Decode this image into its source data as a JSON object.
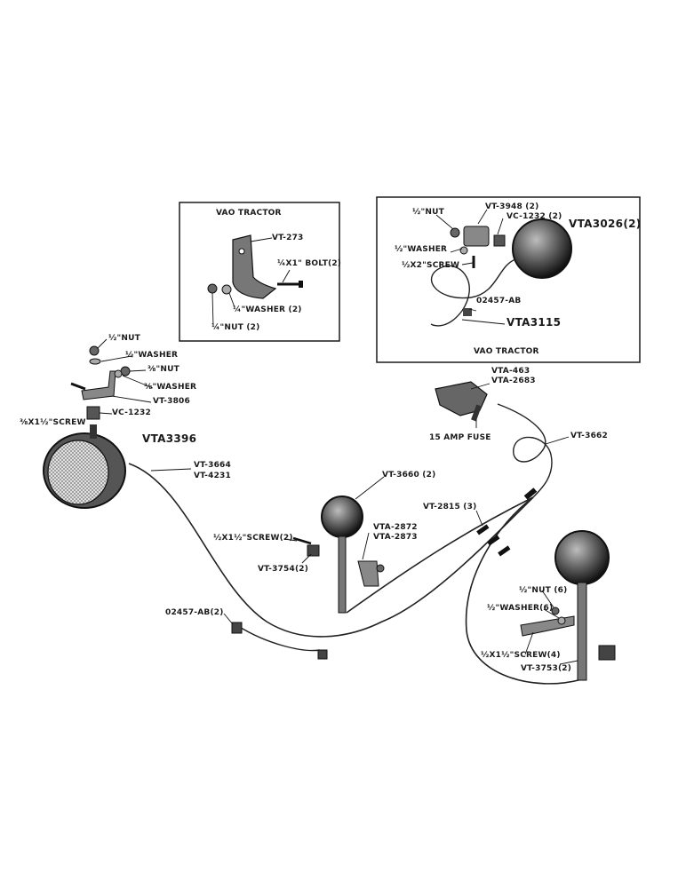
{
  "insets": {
    "left_title": "VAO TRACTOR",
    "right_title": "VAO TRACTOR"
  },
  "labels": {
    "vt273": "VT-273",
    "bolt": "¼X1\" BOLT(2)",
    "washer_left": "¼\"WASHER (2)",
    "nut_left": "¼\"NUT (2)",
    "nut_r": "½\"NUT",
    "vt3948": "VT-3948 (2)",
    "vc1232_2": "VC-1232 (2)",
    "vta3026": "VTA3026(2)",
    "washer_r": "½\"WASHER",
    "screw_r": "½X2\"SCREW",
    "p02457": "02457-AB",
    "vta3115": "VTA3115",
    "nut_a": "½\"NUT",
    "washer_a": "½\"WASHER",
    "nut_b": "⅜\"NUT",
    "washer_b": "⅜\"WASHER",
    "vt3806": "VT-3806",
    "vc1232": "VC-1232",
    "screw_a": "⅜X1½\"SCREW",
    "vta3396": "VTA3396",
    "vt3664": "VT-3664",
    "vt4231": "VT-4231",
    "vta463": "VTA-463",
    "vta2683": "VTA-2683",
    "fuse": "15 AMP FUSE",
    "vt3662": "VT-3662",
    "vt3660": "VT-3660 (2)",
    "vt2815": "VT-2815 (3)",
    "vta2872": "VTA-2872",
    "vta2873": "VTA-2873",
    "screw_m": "½X1½\"SCREW(2)",
    "vt3754": "VT-3754(2)",
    "p02457_2": "02457-AB(2)",
    "nut6": "½\"NUT (6)",
    "washer6": "½\"WASHER(6)",
    "screw4": "½X1½\"SCREW(4)",
    "vt3753": "VT-3753(2)"
  }
}
